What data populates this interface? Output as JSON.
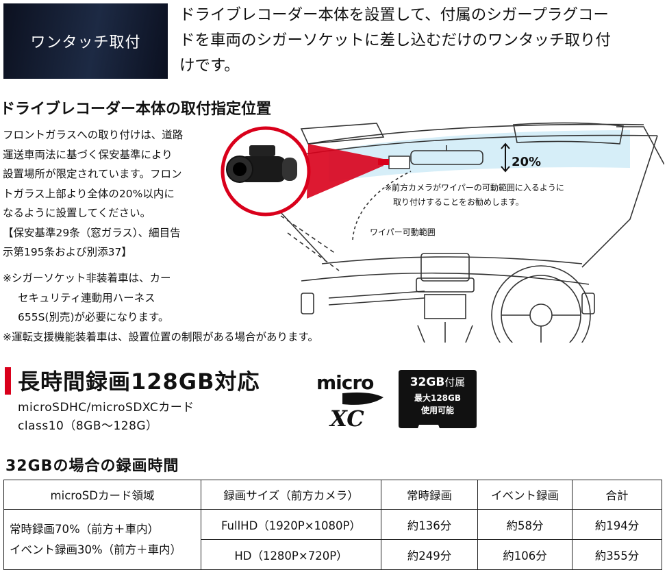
{
  "badge": {
    "label": "ワンタッチ取付"
  },
  "intro": {
    "lines": [
      "ドライブレコーダー本体を設置して、付属のシガープラグコー",
      "ドを車両のシガーソケットに差し込むだけのワンタッチ取り付",
      "けです。"
    ]
  },
  "install": {
    "heading": "ドライブレコーダー本体の取付指定位置",
    "lines": [
      "フロントガラスへの取り付けは、道路",
      "運送車両法に基づく保安基準により",
      "設置場所が限定されています。フロン",
      "トガラス上部より全体の20%以内に",
      "なるように設置してください。",
      "【保安基準29条（窓ガラス）、細目告",
      "示第195条および別添37】"
    ],
    "note1": [
      "※シガーソケット非装着車は、カー",
      "セキュリティ連動用ハーネス",
      "655S(別売)が必要になります。"
    ],
    "note2": "※運転支援機能装着車は、設置位置の制限がある場合があります。"
  },
  "illustration": {
    "percent": "20%",
    "camera_note_1": "※前方カメラがワイパーの可動範囲に入るように",
    "camera_note_2": "取り付けすることをお勧めします。",
    "wiper_label": "ワイパー可動範囲"
  },
  "capacity": {
    "heading": "長時間録画128GB対応",
    "sub1": "microSDHC/microSDXCカード",
    "sub2": "class10（8GB～128G）",
    "logo_text": "micro XC",
    "card": {
      "line1a": "32GB",
      "line1b": "付属",
      "line2": "最大128GB",
      "line3": "使用可能"
    },
    "accent_color": "#d9001b"
  },
  "table": {
    "heading": "32GBの場合の録画時間",
    "headers": [
      "microSDカード領域",
      "録画サイズ（前方カメラ）",
      "常時録画",
      "イベント録画",
      "合計"
    ],
    "region": [
      "常時録画70%（前方＋車内）",
      "イベント録画30%（前方＋車内）"
    ],
    "rows": [
      {
        "size": "FullHD（1920P×1080P）",
        "continuous": "約136分",
        "event": "約58分",
        "total": "約194分"
      },
      {
        "size": "HD（1280P×720P）",
        "continuous": "約249分",
        "event": "約106分",
        "total": "約355分"
      }
    ]
  }
}
